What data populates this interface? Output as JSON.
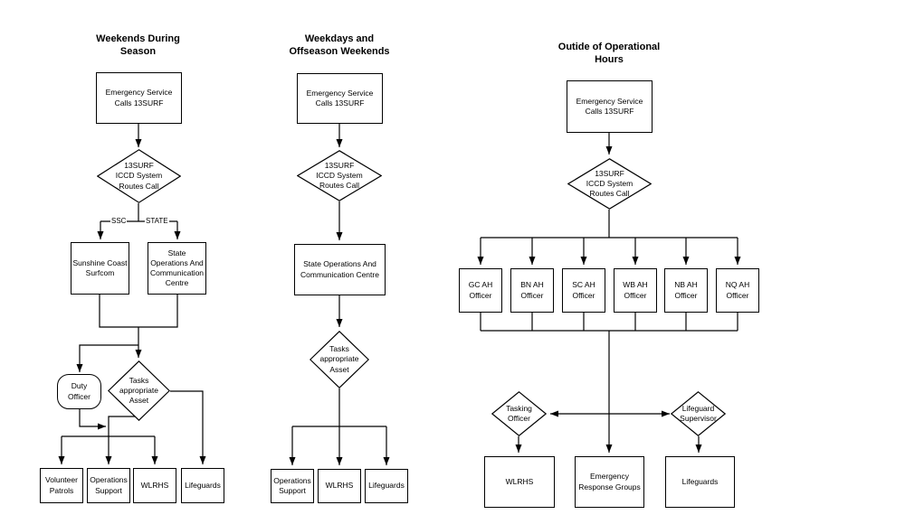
{
  "colors": {
    "line": "#000000",
    "fill": "#ffffff",
    "text": "#000000"
  },
  "flows": {
    "weekends": {
      "title": "Weekends During\nSeason",
      "emergency": "Emergency Service\nCalls 13SURF",
      "iccd": "13SURF\nICCD System\nRoutes Call",
      "branch_ssc": "SSC",
      "branch_state": "STATE",
      "surfcom": "Sunshine Coast\nSurfcom",
      "state_centre": "State\nOperations And\nCommunication\nCentre",
      "duty_officer": "Duty\nOfficer",
      "tasks": "Tasks\nappropriate\nAsset",
      "volunteer_patrols": "Volunteer\nPatrols",
      "operations_support": "Operations\nSupport",
      "wlrhs": "WLRHS",
      "lifeguards": "Lifeguards"
    },
    "weekdays": {
      "title": "Weekdays and\nOffseason Weekends",
      "emergency": "Emergency Service\nCalls 13SURF",
      "iccd": "13SURF\nICCD System\nRoutes Call",
      "state_centre": "State Operations And\nCommunication Centre",
      "tasks": "Tasks\nappropriate\nAsset",
      "operations_support": "Operations\nSupport",
      "wlrhs": "WLRHS",
      "lifeguards": "Lifeguards"
    },
    "after_hours": {
      "title": "Outide of Operational\nHours",
      "emergency": "Emergency Service\nCalls 13SURF",
      "iccd": "13SURF\nICCD System\nRoutes Call",
      "officers": [
        "GC AH\nOfficer",
        "BN AH\nOfficer",
        "SC AH\nOfficer",
        "WB AH\nOfficer",
        "NB AH\nOfficer",
        "NQ AH\nOfficer"
      ],
      "tasking_officer": "Tasking\nOfficer",
      "lifeguard_supervisor": "Lifeguard\nSupervisor",
      "wlrhs": "WLRHS",
      "emergency_response": "Emergency\nResponse Groups",
      "lifeguards": "Lifeguards"
    }
  }
}
